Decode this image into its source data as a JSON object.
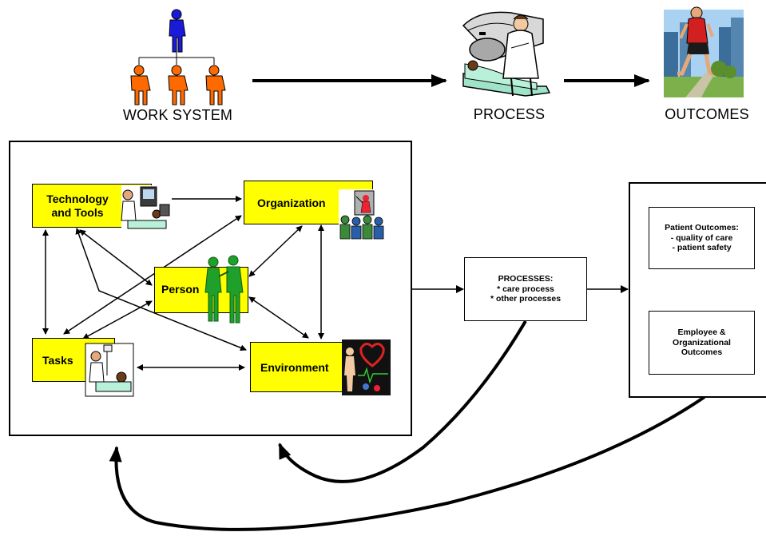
{
  "top": {
    "work_system_label": "WORK SYSTEM",
    "process_label": "PROCESS",
    "outcomes_label": "OUTCOMES"
  },
  "work_system": {
    "technology": [
      "Technology",
      "and Tools"
    ],
    "organization": "Organization",
    "person": "Person",
    "tasks": "Tasks",
    "environment": "Environment"
  },
  "processes": {
    "title": "PROCESSES:",
    "line1": "* care process",
    "line2": "* other processes"
  },
  "outcomes": {
    "patient_title": "Patient Outcomes:",
    "patient_line1": "- quality of care",
    "patient_line2": "- patient safety",
    "employee_line1": "Employee &",
    "employee_line2": "Organizational",
    "employee_line3": "Outcomes"
  },
  "colors": {
    "box_yellow": "#ffff00",
    "figure_blue": "#1a1adb",
    "figure_orange": "#ff6a00",
    "figure_green": "#1fa02a"
  }
}
